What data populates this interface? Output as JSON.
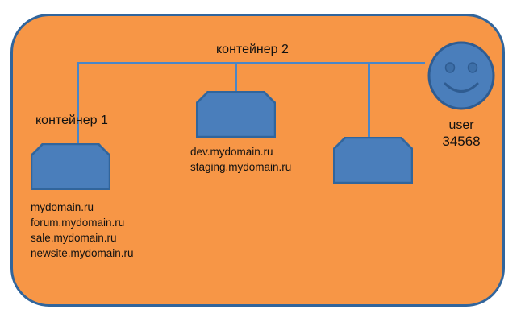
{
  "diagram": {
    "type": "network-container-diagram",
    "title": "",
    "background_color": "#F79646",
    "border_color": "#31659C",
    "node_fill_color": "#4A7EBB",
    "node_border_color": "#31659C",
    "connector_color": "#4A86C8",
    "text_color": "#111111"
  },
  "labels": {
    "container1": "контейнер 1",
    "container2": "контейнер 2"
  },
  "nodes": [
    {
      "id": "container1",
      "label": "контейнер 1",
      "domains": [
        "mydomain.ru",
        "forum.mydomain.ru",
        "sale.mydomain.ru",
        "newsite.mydomain.ru"
      ]
    },
    {
      "id": "container2-a",
      "label": "контейнер 2",
      "domains": [
        "dev.mydomain.ru",
        "staging.mydomain.ru"
      ]
    },
    {
      "id": "container2-b",
      "label": "",
      "domains": []
    }
  ],
  "user": {
    "icon": "smiley-face-icon",
    "name": "user",
    "id": "34568"
  }
}
